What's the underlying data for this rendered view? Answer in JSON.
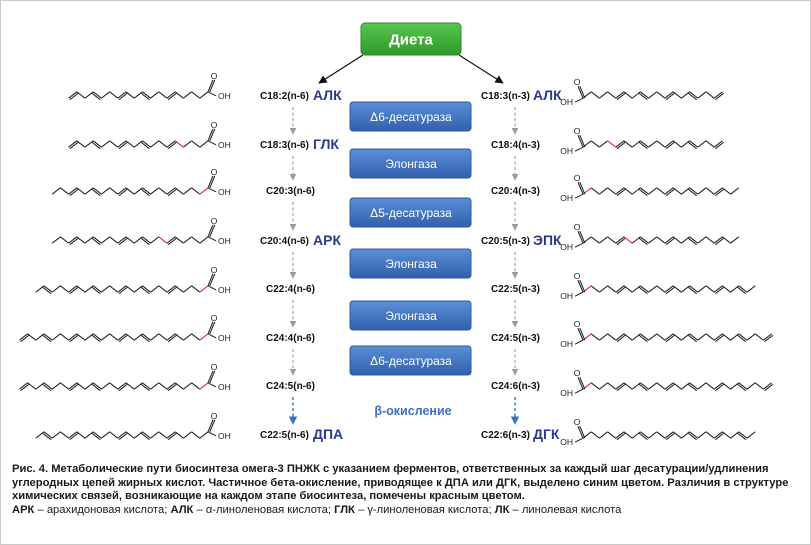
{
  "diet_label": "Диета",
  "enzymes": [
    "Δ6-десатураза",
    "Элонгаза",
    "Δ5-десатураза",
    "Элонгаза",
    "Элонгаза",
    "Δ6-десатураза"
  ],
  "beta_label": "β-окисление",
  "left": [
    {
      "code": "C18:2(n-6)",
      "abbr": "АЛК"
    },
    {
      "code": "C18:3(n-6)",
      "abbr": "ГЛК"
    },
    {
      "code": "C20:3(n-6)",
      "abbr": ""
    },
    {
      "code": "C20:4(n-6)",
      "abbr": "АРК"
    },
    {
      "code": "C22:4(n-6)",
      "abbr": ""
    },
    {
      "code": "C24:4(n-6)",
      "abbr": ""
    },
    {
      "code": "C24:5(n-6)",
      "abbr": ""
    },
    {
      "code": "C22:5(n-6)",
      "abbr": "ДПА"
    }
  ],
  "right": [
    {
      "code": "C18:3(n-3)",
      "abbr": "АЛК"
    },
    {
      "code": "C18:4(n-3)",
      "abbr": ""
    },
    {
      "code": "C20:4(n-3)",
      "abbr": ""
    },
    {
      "code": "C20:5(n-3)",
      "abbr": "ЭПК"
    },
    {
      "code": "C22:5(n-3)",
      "abbr": ""
    },
    {
      "code": "C24:5(n-3)",
      "abbr": ""
    },
    {
      "code": "C24:6(n-3)",
      "abbr": ""
    },
    {
      "code": "C22:6(n-3)",
      "abbr": "ДГК"
    }
  ],
  "acid_labels": {
    "o": "O",
    "oh": "OH"
  },
  "colors": {
    "diet_green": "#3aa935",
    "enzyme_blue": "#3f73bf",
    "abbr_navy": "#2b3a8c",
    "beta_blue": "#3d6fbf",
    "highlight_red": "#d9254f",
    "arrow_gray": "#9a9a9a"
  },
  "caption": {
    "main": "Рис. 4. Метаболические пути биосинтеза омега-3 ПНЖК с указанием ферментов, ответственных за каждый шаг десатурации/удлинения углеродных цепей жирных кислот. Частичное бета-окисление, приводящее к ДПА или ДГК, выделено синим цветом. Различия в структуре химических связей, возникающие на каждом этапе биосинтеза, помечены красным цветом.",
    "abbr": [
      {
        "term": "АРК",
        "def": " – арахидоновая кислота; "
      },
      {
        "term": "АЛК",
        "def": " – α-линоленовая кислота; "
      },
      {
        "term": "ГЛК",
        "def": " – γ-линоленовая кислота; "
      },
      {
        "term": "ЛК",
        "def": " – линолевая кислота"
      }
    ]
  }
}
